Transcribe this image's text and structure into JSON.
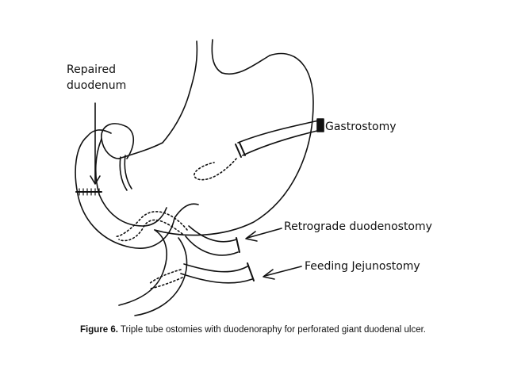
{
  "labels": {
    "repaired_line1": "Repaired",
    "repaired_line2": "duodenum",
    "gastrostomy": "Gastrostomy",
    "retrograde": "Retrograde duodenostomy",
    "feeding": "Feeding Jejunostomy"
  },
  "caption": {
    "prefix": "Figure 6.",
    "text": " Triple tube ostomies with duodenoraphy for perforated giant duodenal ulcer."
  }
}
